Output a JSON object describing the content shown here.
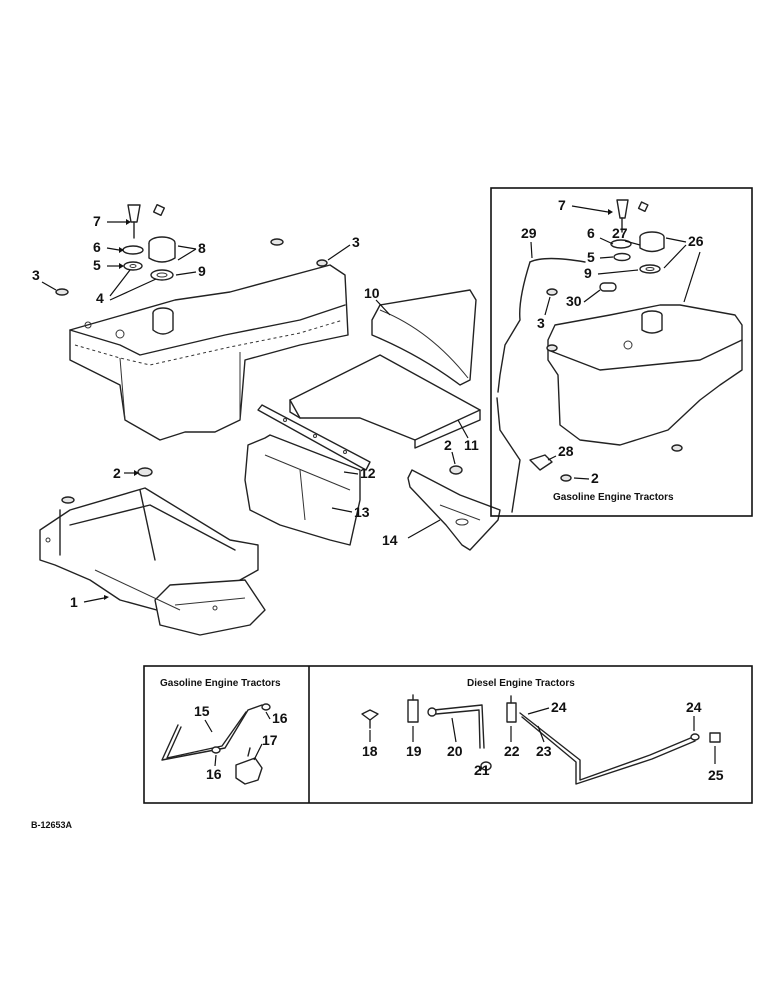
{
  "drawing_number": "B-12653A",
  "callouts": {
    "n1": "1",
    "n2a": "2",
    "n2b": "2",
    "n2c": "2",
    "n3a": "3",
    "n3b": "3",
    "n3c": "3",
    "n4": "4",
    "n5a": "5",
    "n5b": "5",
    "n6a": "6",
    "n6b": "6",
    "n7a": "7",
    "n7b": "7",
    "n8": "8",
    "n9a": "9",
    "n9b": "9",
    "n10": "10",
    "n11": "11",
    "n12": "12",
    "n13": "13",
    "n14": "14",
    "n15": "15",
    "n16a": "16",
    "n16b": "16",
    "n17": "17",
    "n18": "18",
    "n19": "19",
    "n20": "20",
    "n21": "21",
    "n22": "22",
    "n23": "23",
    "n24a": "24",
    "n24b": "24",
    "n25": "25",
    "n26": "26",
    "n27": "27",
    "n28": "28",
    "n29": "29",
    "n30": "30"
  },
  "inset_caption": "Gasoline Engine Tractors",
  "bottom_panels": {
    "gasoline_title": "Gasoline Engine Tractors",
    "diesel_title": "Diesel Engine Tractors"
  }
}
